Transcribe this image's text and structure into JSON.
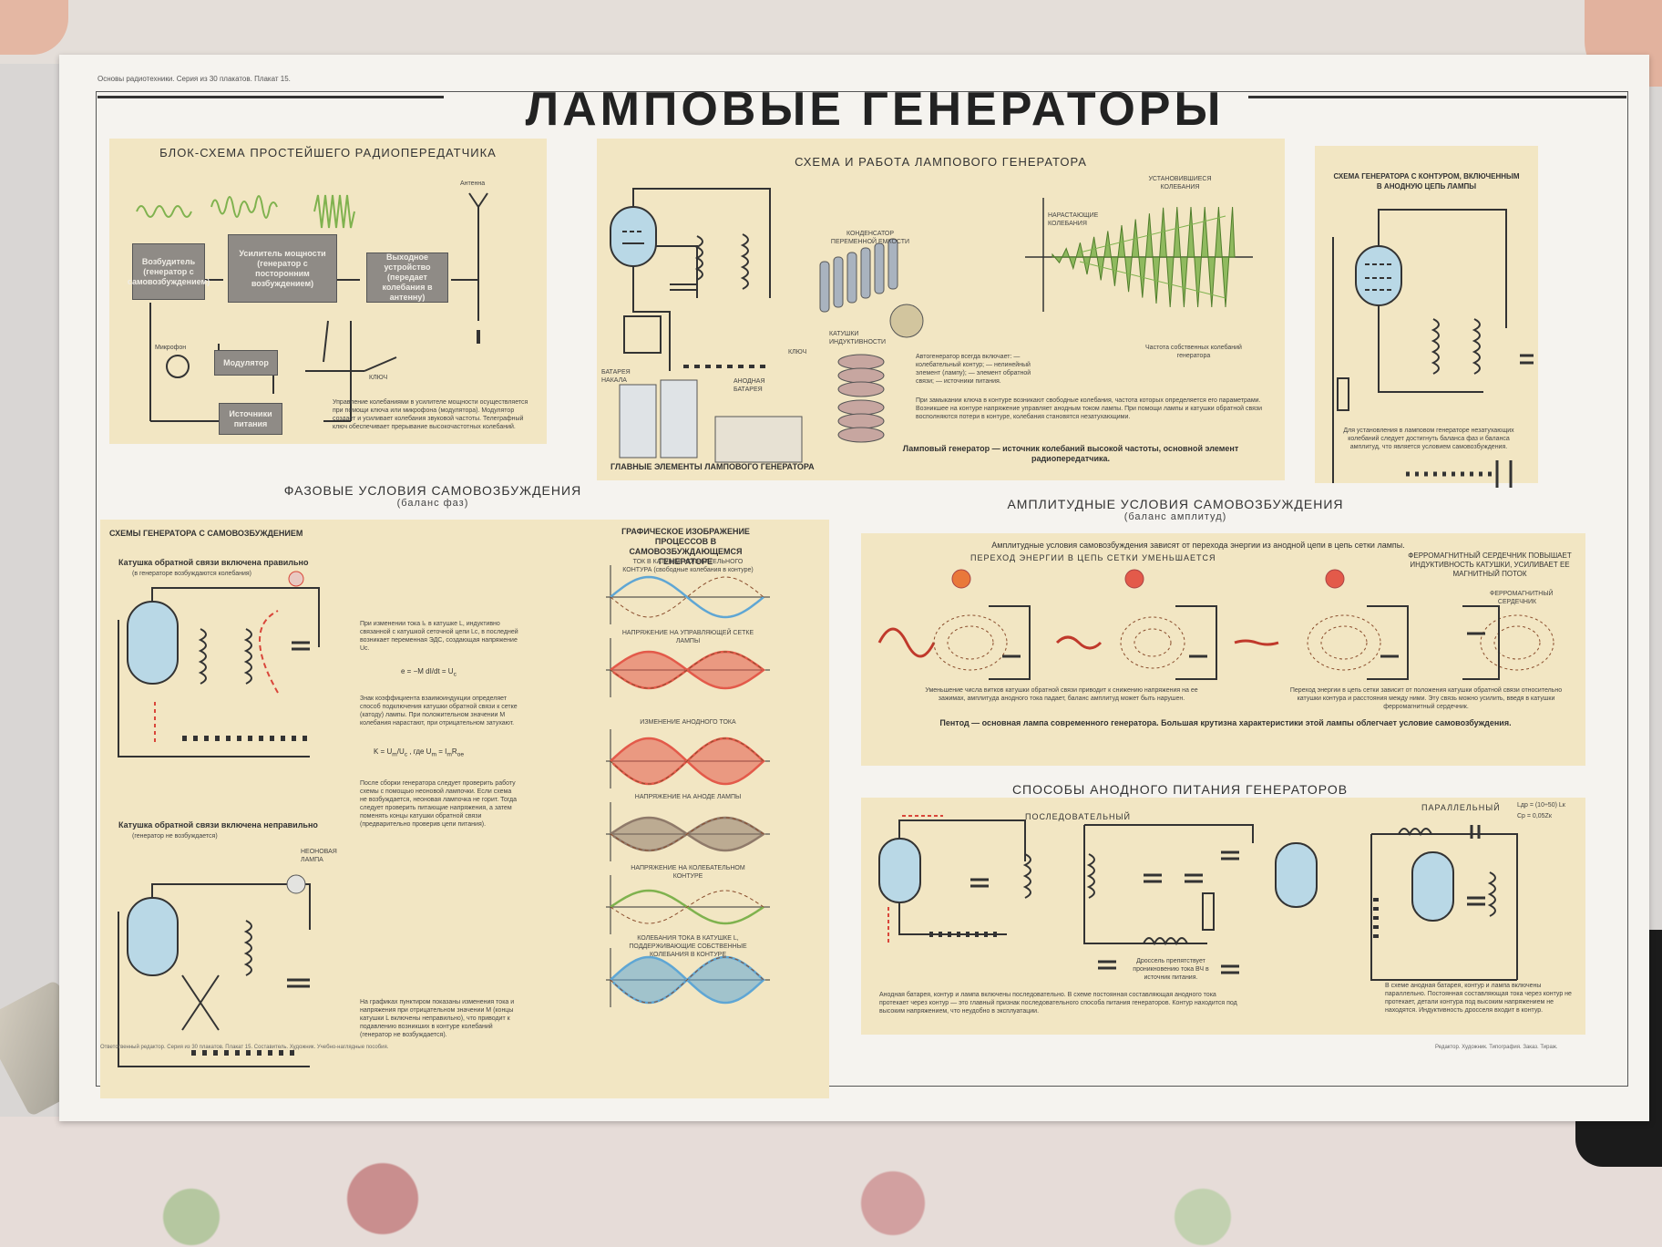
{
  "poster": {
    "series": "Основы радиотехники. Серия из 30 плакатов. Плакат 15.",
    "title": "ЛАМПОВЫЕ   ГЕНЕРАТОРЫ"
  },
  "block_diagram": {
    "title": "БЛОК-СХЕМА ПРОСТЕЙШЕГО РАДИОПЕРЕДАТЧИКА",
    "exciter": "Возбудитель (генератор с самовозбуждением)",
    "amplifier": "Усилитель мощности (генератор с посторонним возбуждением)",
    "output": "Выходное устройство (передает колебания в антенну)",
    "modulator": "Модулятор",
    "power": "Источники питания",
    "microphone": "Микрофон",
    "key": "КЛЮЧ",
    "antenna": "Антенна",
    "note": "Управление колебаниями в усилителе мощности осуществляется при помощи ключа или микрофона (модулятора). Модулятор создает и усиливает колебания звуковой частоты. Телеграфный ключ обеспечивает прерывание высокочастотных колебаний."
  },
  "generator": {
    "title": "СХЕМА И РАБОТА ЛАМПОВОГО ГЕНЕРАТОРА",
    "capacitor_label": "КОНДЕНСАТОР ПЕРЕМЕННОЙ ЕМКОСТИ",
    "coils_label": "КАТУШКИ ИНДУКТИВНОСТИ",
    "filament_battery": "БАТАРЕЯ НАКАЛА",
    "anode_battery": "АНОДНАЯ БАТАРЕЯ",
    "key": "КЛЮЧ",
    "elements_caption": "ГЛАВНЫЕ ЭЛЕМЕНТЫ ЛАМПОВОГО ГЕНЕРАТОРА",
    "rising": "НАРАСТАЮЩИЕ КОЛЕБАНИЯ",
    "steady": "УСТАНОВИВШИЕСЯ КОЛЕБАНИЯ",
    "freq_note": "Частота собственных колебаний генератора",
    "includes": "Автогенератор всегда включает: — колебательный контур; — нелинейный элемент (лампу); — элемент обратной связи; — источники питания.",
    "desc": "При замыкании ключа в контуре возникают свободные колебания, частота которых определяется его параметрами. Возникшее на контуре напряжение управляет анодным током лампы. При помощи лампы и катушки обратной связи восполняются потери в контуре, колебания становятся незатухающими.",
    "summary": "Ламповый генератор — источник колебаний высокой частоты, основной элемент радиопередатчика."
  },
  "anode_circuit": {
    "title": "СХЕМА ГЕНЕРАТОРА С КОНТУРОМ, ВКЛЮЧЕННЫМ В АНОДНУЮ ЦЕПЬ ЛАМПЫ",
    "note": "Для установления в ламповом генераторе незатухающих колебаний следует достигнуть баланса фаз и баланса амплитуд, что является условием самовозбуждения."
  },
  "phase": {
    "title": "ФАЗОВЫЕ УСЛОВИЯ САМОВОЗБУЖДЕНИЯ",
    "subtitle": "(баланс фаз)",
    "schemes_title": "СХЕМЫ ГЕНЕРАТОРА С САМОВОЗБУЖДЕНИЕМ",
    "correct": "Катушка обратной связи включена правильно",
    "correct_sub": "(в генераторе возбуждаются колебания)",
    "wrong": "Катушка обратной связи включена неправильно",
    "wrong_sub": "(генератор не возбуждается)",
    "neon": "НЕОНОВАЯ ЛАМПА",
    "text1": "При изменении тока Iₖ в катушке L, индуктивно связанной с катушкой сеточной цепи Lс, в последней возникает переменная ЭДС, создающая напряжение Uс.",
    "text2": "Знак коэффициента взаимоиндукции определяет способ подключения катушки обратной связи к сетке (катоду) лампы. При положительном значении M колебания нарастают, при отрицательном затухают.",
    "text3": "После сборки генератора следует проверить работу схемы с помощью неоновой лампочки. Если схема не возбуждается, неоновая лампочка не горит. Тогда следует проверить питающие напряжения, а затем поменять концы катушки обратной связи (предварительно проверив цепи питания).",
    "text4": "На графиках пунктиром показаны изменения тока и напряжения при отрицательном значении M (концы катушки L включены неправильно), что приводит к подавлению возникших в контуре колебаний (генератор не возбуждается).",
    "graphs_title": "ГРАФИЧЕСКОЕ ИЗОБРАЖЕНИЕ ПРОЦЕССОВ В САМОВОЗБУЖДАЮЩЕМСЯ ГЕНЕРАТОРЕ",
    "g1": "ТОК В КАТУШКЕ КОЛЕБАТЕЛЬНОГО КОНТУРА (свободные колебания в контуре)",
    "g2": "НАПРЯЖЕНИЕ НА УПРАВЛЯЮЩЕЙ СЕТКЕ ЛАМПЫ",
    "g3": "ИЗМЕНЕНИЕ АНОДНОГО ТОКА",
    "g4": "НАПРЯЖЕНИЕ НА АНОДЕ ЛАМПЫ",
    "g5": "НАПРЯЖЕНИЕ НА КОЛЕБАТЕЛЬНОМ КОНТУРЕ",
    "g6": "КОЛЕБАНИЯ ТОКА В КАТУШКЕ L, ПОДДЕРЖИВАЮЩИЕ СОБСТВЕННЫЕ КОЛЕБАНИЯ В КОНТУРЕ"
  },
  "amplitude": {
    "title": "АМПЛИТУДНЫЕ УСЛОВИЯ САМОВОЗБУЖДЕНИЯ",
    "subtitle": "(баланс амплитуд)",
    "intro": "Амплитудные условия самовозбуждения зависят от перехода энергии из анодной цепи в цепь сетки лампы.",
    "decreasing": "ПЕРЕХОД ЭНЕРГИИ В ЦЕПЬ СЕТКИ УМЕНЬШАЕТСЯ",
    "core": "ФЕРРОМАГНИТНЫЙ СЕРДЕЧНИК ПОВЫШАЕТ ИНДУКТИВНОСТЬ КАТУШКИ, УСИЛИВАЕТ ЕЕ МАГНИТНЫЙ ПОТОК",
    "core_label": "ФЕРРОМАГНИТНЫЙ СЕРДЕЧНИК",
    "note1": "Уменьшение числа витков катушки обратной связи приводит к снижению напряжения на ее зажимах, амплитуда анодного тока падает, баланс амплитуд может быть нарушен.",
    "note2": "Переход энергии в цепь сетки зависит от положения катушки обратной связи относительно катушки контура и расстояния между ними. Эту связь можно усилить, введя в катушки ферромагнитный сердечник.",
    "summary": "Пентод — основная лампа современного генератора. Большая крутизна характеристики этой лампы облегчает условие самовозбуждения."
  },
  "supply": {
    "title": "СПОСОБЫ АНОДНОГО ПИТАНИЯ ГЕНЕРАТОРОВ",
    "serial": "ПОСЛЕДОВАТЕЛЬНЫЙ",
    "parallel": "ПАРАЛЛЕЛЬНЫЙ",
    "choke": "Дроссель препятствует проникновению тока ВЧ в источник питания.",
    "serial_note": "Анодная батарея, контур и лампа включены последовательно. В схеме постоянная составляющая анодного тока протекает через контур — это главный признак последовательного способа питания генераторов. Контур находится под высоким напряжением, что неудобно в эксплуатации.",
    "parallel_note": "В схеме анодная батарея, контур и лампа включены параллельно. Постоянная составляющая тока через контур не протекает, детали контура под высоким напряжением не находятся. Индуктивность дросселя входит в контур.",
    "formula1": "Lдр = (10÷50) Lк",
    "formula2": "Cр = 0,05Zк"
  },
  "footer": {
    "left": "Ответственный редактор. Серия из 30 плакатов. Плакат 15. Составитель. Художник. Учебно-наглядные пособия.",
    "right": "Редактор. Художник. Типография. Заказ. Тираж."
  },
  "colors": {
    "panel": "#f2e6c3",
    "block": "#8f8b86",
    "green_wave": "#7fb24e",
    "red_fill": "#e35a4a",
    "blue_fill": "#5fa6d4",
    "lamp": "#b9d8e6"
  }
}
